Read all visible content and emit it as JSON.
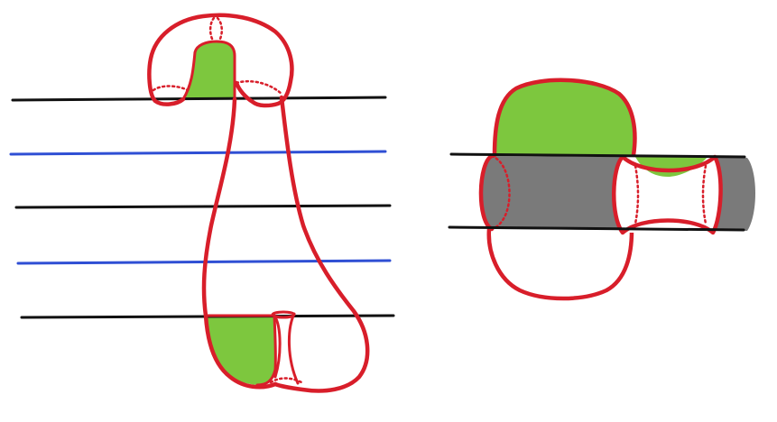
{
  "colors": {
    "background": "#ffffff",
    "outline_red": "#d81e2a",
    "fill_green": "#7dc73e",
    "line_black": "#111111",
    "line_blue": "#2f4fd4",
    "tube_gray": "#7a7a7a"
  },
  "left_figure": {
    "horizontal_lines": [
      "black",
      "blue",
      "black",
      "blue",
      "black"
    ]
  },
  "right_figure": {
    "horizontal_lines": [
      "black",
      "black"
    ]
  }
}
